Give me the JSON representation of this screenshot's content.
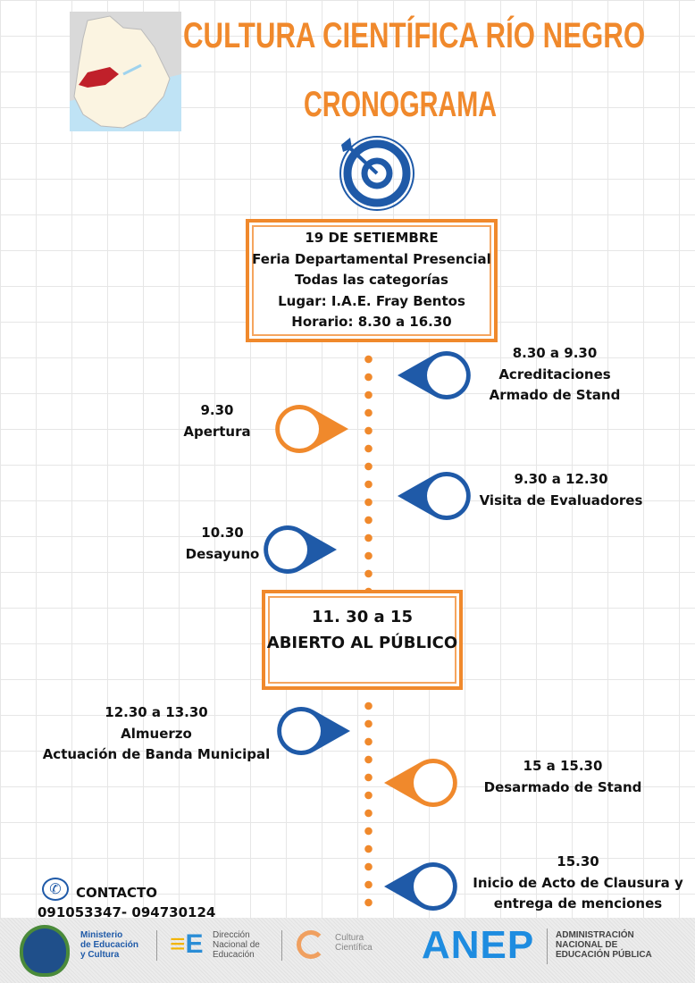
{
  "header": {
    "title": "CULTURA CIENTÍFICA RÍO NEGRO",
    "subtitle": "CRONOGRAMA"
  },
  "main_box": {
    "lines": [
      "19 DE SETIEMBRE",
      "Feria Departamental Presencial",
      "Todas las categorías",
      "Lugar: I.A.E. Fray Bentos",
      "Horario: 8.30 a 16.30"
    ]
  },
  "events": [
    {
      "lines": [
        "8.30 a 9.30",
        "Acreditaciones",
        "Armado de Stand"
      ],
      "color": "#1f5aa8"
    },
    {
      "lines": [
        "9.30",
        "Apertura"
      ],
      "color": "#f0892c"
    },
    {
      "lines": [
        "9.30 a 12.30",
        "Visita de Evaluadores"
      ],
      "color": "#1f5aa8"
    },
    {
      "lines": [
        "10.30",
        "Desayuno"
      ],
      "color": "#1f5aa8"
    },
    {
      "lines": [
        "12.30 a 13.30",
        "Almuerzo",
        "Actuación de Banda Municipal"
      ],
      "color": "#1f5aa8"
    },
    {
      "lines": [
        "15 a 15.30",
        "Desarmado de Stand"
      ],
      "color": "#f0892c"
    },
    {
      "lines": [
        "15.30",
        "Inicio de Acto de Clausura y",
        "entrega de menciones"
      ],
      "color": "#1f5aa8"
    }
  ],
  "public_box": {
    "lines": [
      "11. 30 a 15",
      "ABIERTO AL PÚBLICO"
    ]
  },
  "contact": {
    "label": "CONTACTO",
    "phones": "091053347- 094730124"
  },
  "footer": {
    "mec": [
      "Ministerio",
      "de Educación",
      "y Cultura"
    ],
    "dne": [
      "Dirección",
      "Nacional de",
      "Educación"
    ],
    "cc": [
      "Cultura",
      "Científica"
    ],
    "anep": "ANEP",
    "anep_full": [
      "ADMINISTRACIÓN",
      "NACIONAL DE",
      "EDUCACIÓN PÚBLICA"
    ]
  }
}
